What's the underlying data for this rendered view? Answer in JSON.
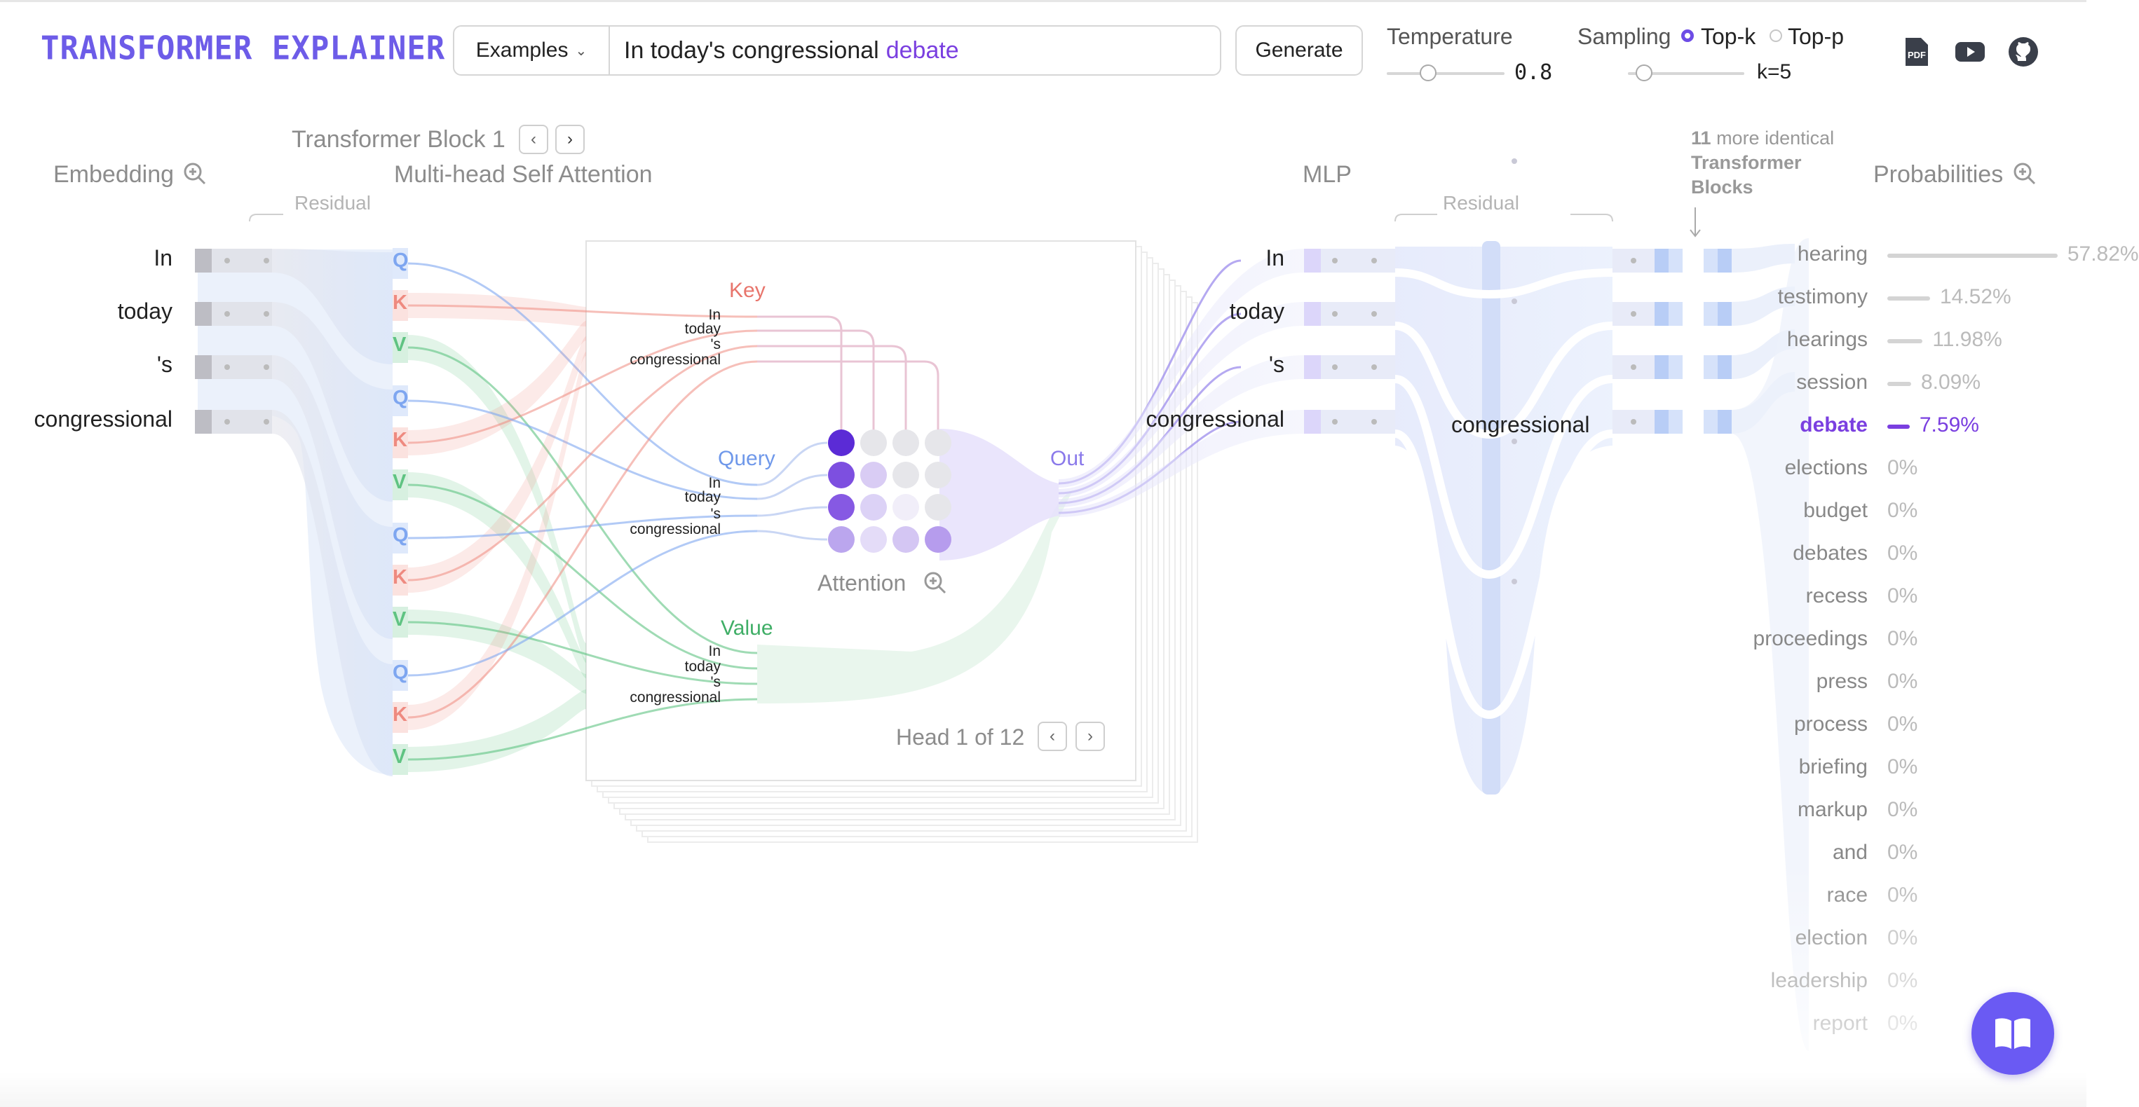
{
  "header": {
    "title": "Transformer Explainer",
    "examples_label": "Examples",
    "prompt_text": "In today's congressional",
    "predicted_token": "debate",
    "generate_label": "Generate",
    "temperature_label": "Temperature",
    "temperature_value": "0.8",
    "sampling_label": "Sampling",
    "topk_label": "Top-k",
    "topp_label": "Top-p",
    "k_value": "k=5",
    "icons": [
      "pdf-icon",
      "youtube-icon",
      "github-icon"
    ]
  },
  "sections": {
    "embedding": "Embedding",
    "block_title": "Transformer Block 1",
    "attention": "Multi-head Self Attention",
    "residual": "Residual",
    "mlp": "MLP",
    "more_blocks_count": "11",
    "more_blocks_text": "more identical",
    "more_blocks_bold": "Transformer Blocks",
    "probabilities": "Probabilities"
  },
  "tokens": [
    "In",
    "today",
    "'s",
    "congressional"
  ],
  "qkv_labels": [
    "Q",
    "K",
    "V"
  ],
  "attention_box": {
    "key": "Key",
    "query": "Query",
    "value": "Value",
    "out": "Out",
    "attention": "Attention",
    "head_text": "Head 1 of 12"
  },
  "mlp_token": "congressional",
  "probabilities": [
    {
      "word": "hearing",
      "value": "57.82%",
      "p": 57.82
    },
    {
      "word": "testimony",
      "value": "14.52%",
      "p": 14.52
    },
    {
      "word": "hearings",
      "value": "11.98%",
      "p": 11.98
    },
    {
      "word": "session",
      "value": "8.09%",
      "p": 8.09
    },
    {
      "word": "debate",
      "value": "7.59%",
      "p": 7.59,
      "selected": true
    },
    {
      "word": "elections",
      "value": "0%",
      "p": 0
    },
    {
      "word": "budget",
      "value": "0%",
      "p": 0
    },
    {
      "word": "debates",
      "value": "0%",
      "p": 0
    },
    {
      "word": "recess",
      "value": "0%",
      "p": 0
    },
    {
      "word": "proceedings",
      "value": "0%",
      "p": 0
    },
    {
      "word": "press",
      "value": "0%",
      "p": 0
    },
    {
      "word": "process",
      "value": "0%",
      "p": 0
    },
    {
      "word": "briefing",
      "value": "0%",
      "p": 0
    },
    {
      "word": "markup",
      "value": "0%",
      "p": 0
    },
    {
      "word": "and",
      "value": "0%",
      "p": 0
    },
    {
      "word": "race",
      "value": "0%",
      "p": 0
    },
    {
      "word": "election",
      "value": "0%",
      "p": 0
    },
    {
      "word": "leadership",
      "value": "0%",
      "p": 0
    },
    {
      "word": "report",
      "value": "0%",
      "p": 0
    }
  ],
  "colors": {
    "brand": "#6d5ce8",
    "query": "#7ea6f0",
    "key": "#ee8a80",
    "value": "#5fc382",
    "accent": "#7a3fe0"
  },
  "controls": {
    "temperature_level": 0.35,
    "k_level": 0.14
  }
}
